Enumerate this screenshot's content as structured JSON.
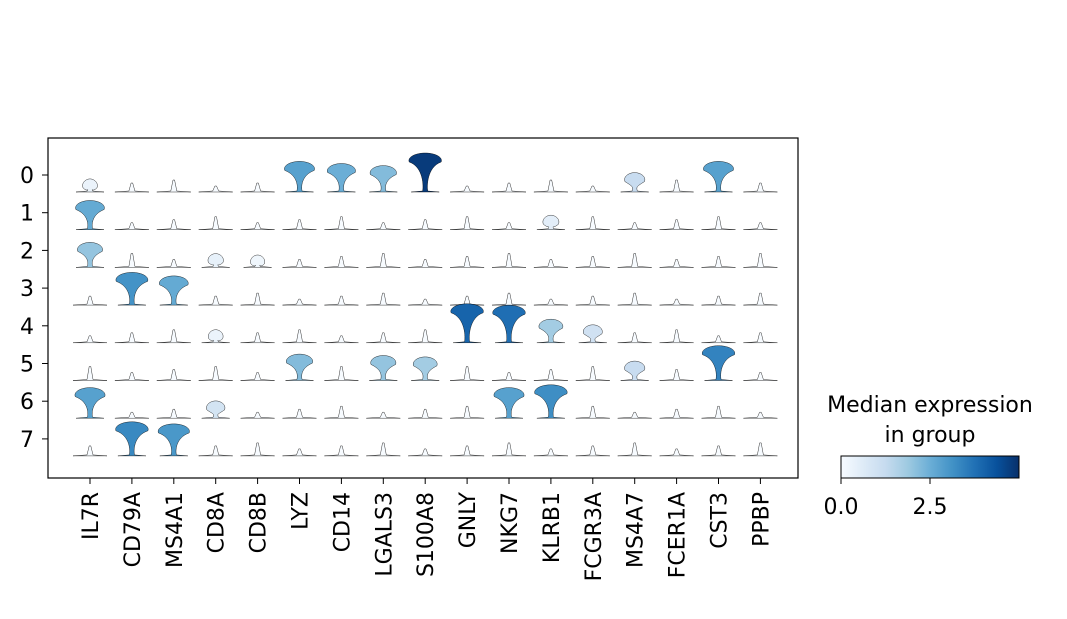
{
  "chart_data": {
    "type": "stacked-violin",
    "genes": [
      "IL7R",
      "CD79A",
      "MS4A1",
      "CD8A",
      "CD8B",
      "LYZ",
      "CD14",
      "LGALS3",
      "S100A8",
      "GNLY",
      "NKG7",
      "KLRB1",
      "FCGR3A",
      "MS4A7",
      "FCER1A",
      "CST3",
      "PPBP"
    ],
    "groups": [
      "0",
      "1",
      "2",
      "3",
      "4",
      "5",
      "6",
      "7"
    ],
    "median_expression": [
      [
        0.3,
        0.0,
        0.0,
        0.0,
        0.0,
        2.8,
        2.5,
        2.2,
        4.8,
        0.0,
        0.0,
        0.0,
        0.0,
        1.2,
        0.0,
        2.8,
        0.0
      ],
      [
        2.6,
        0.0,
        0.0,
        0.0,
        0.0,
        0.0,
        0.0,
        0.0,
        0.0,
        0.0,
        0.0,
        0.5,
        0.0,
        0.0,
        0.0,
        0.0,
        0.0
      ],
      [
        2.0,
        0.0,
        0.0,
        0.4,
        0.2,
        0.0,
        0.0,
        0.0,
        0.0,
        0.0,
        0.0,
        0.0,
        0.0,
        0.0,
        0.0,
        0.0,
        0.0
      ],
      [
        0.0,
        3.1,
        2.6,
        0.0,
        0.0,
        0.0,
        0.0,
        0.0,
        0.0,
        0.0,
        0.0,
        0.0,
        0.0,
        0.0,
        0.0,
        0.0,
        0.0
      ],
      [
        0.0,
        0.0,
        0.0,
        0.3,
        0.0,
        0.0,
        0.0,
        0.0,
        0.0,
        4.0,
        3.8,
        1.8,
        1.0,
        0.0,
        0.0,
        0.0,
        0.0
      ],
      [
        0.0,
        0.0,
        0.0,
        0.0,
        0.0,
        2.2,
        0.0,
        2.0,
        1.8,
        0.0,
        0.0,
        0.0,
        0.0,
        1.2,
        0.0,
        3.4,
        0.0
      ],
      [
        2.8,
        0.0,
        0.0,
        0.9,
        0.0,
        0.0,
        0.0,
        0.0,
        0.0,
        0.0,
        2.8,
        3.2,
        0.0,
        0.0,
        0.0,
        0.0,
        0.0
      ],
      [
        0.0,
        3.3,
        3.0,
        0.0,
        0.0,
        0.0,
        0.0,
        0.0,
        0.0,
        0.0,
        0.0,
        0.0,
        0.0,
        0.0,
        0.0,
        0.0,
        0.0
      ]
    ],
    "colorbar": {
      "title_line1": "Median expression",
      "title_line2": "in group",
      "ticks": [
        "0.0",
        "2.5"
      ],
      "range": [
        0,
        5
      ],
      "colormap": "Blues"
    },
    "grid": false
  }
}
